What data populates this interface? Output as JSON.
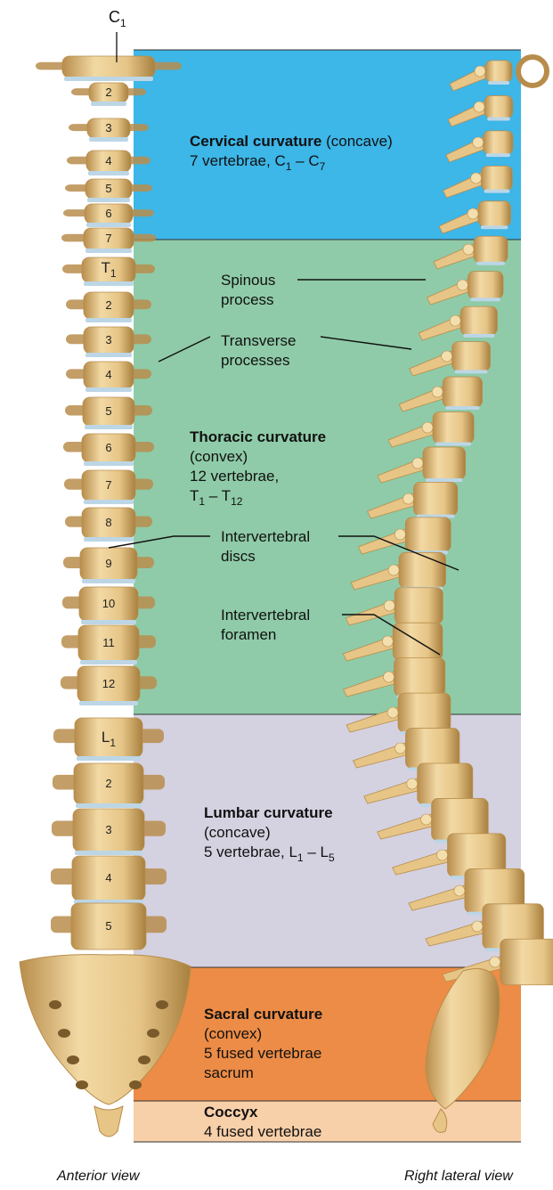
{
  "colors": {
    "cervical": "#3db6e8",
    "thoracic": "#8fcba8",
    "lumbar": "#d4d1e0",
    "sacral": "#ec8c46",
    "coccyx": "#f7cfa8",
    "bone": "#e6c587",
    "bone_dark": "#b88d4c",
    "disc": "#bcd6e6"
  },
  "top_label": {
    "letter": "C",
    "sub": "1"
  },
  "cervical": {
    "title": "Cervical curvature",
    "qualifier": "(concave)",
    "line2_prefix": "7 vertebrae, C",
    "line2_sub1": "1",
    "line2_mid": " – C",
    "line2_sub2": "7"
  },
  "thoracic": {
    "title": "Thoracic curvature",
    "qualifier": "(convex)",
    "line3": "12 vertebrae,",
    "line4_prefix": "T",
    "line4_sub1": "1",
    "line4_mid": " – T",
    "line4_sub2": "12"
  },
  "lumbar": {
    "title": "Lumbar curvature",
    "qualifier": "(concave)",
    "line3_prefix": "5 vertebrae, L",
    "line3_sub1": "1",
    "line3_mid": " – L",
    "line3_sub2": "5"
  },
  "sacral": {
    "title": "Sacral curvature",
    "qualifier": "(convex)",
    "line3": "5 fused vertebrae",
    "line4": "sacrum"
  },
  "coccyx": {
    "title": "Coccyx",
    "line2": "4 fused vertebrae"
  },
  "callouts": {
    "spinous_1": "Spinous",
    "spinous_2": "process",
    "transverse_1": "Transverse",
    "transverse_2": "processes",
    "discs_1": "Intervertebral",
    "discs_2": "discs",
    "foramen_1": "Intervertebral",
    "foramen_2": "foramen"
  },
  "vertebra_numbers": {
    "cervical": [
      "2",
      "3",
      "4",
      "5",
      "6",
      "7"
    ],
    "thoracic_letter": "T",
    "thoracic_sub": "1",
    "thoracic": [
      "2",
      "3",
      "4",
      "5",
      "6",
      "7",
      "8",
      "9",
      "10",
      "11",
      "12"
    ],
    "lumbar_letter": "L",
    "lumbar_sub": "1",
    "lumbar": [
      "2",
      "3",
      "4",
      "5"
    ]
  },
  "captions": {
    "anterior": "Anterior view",
    "lateral": "Right lateral view"
  }
}
